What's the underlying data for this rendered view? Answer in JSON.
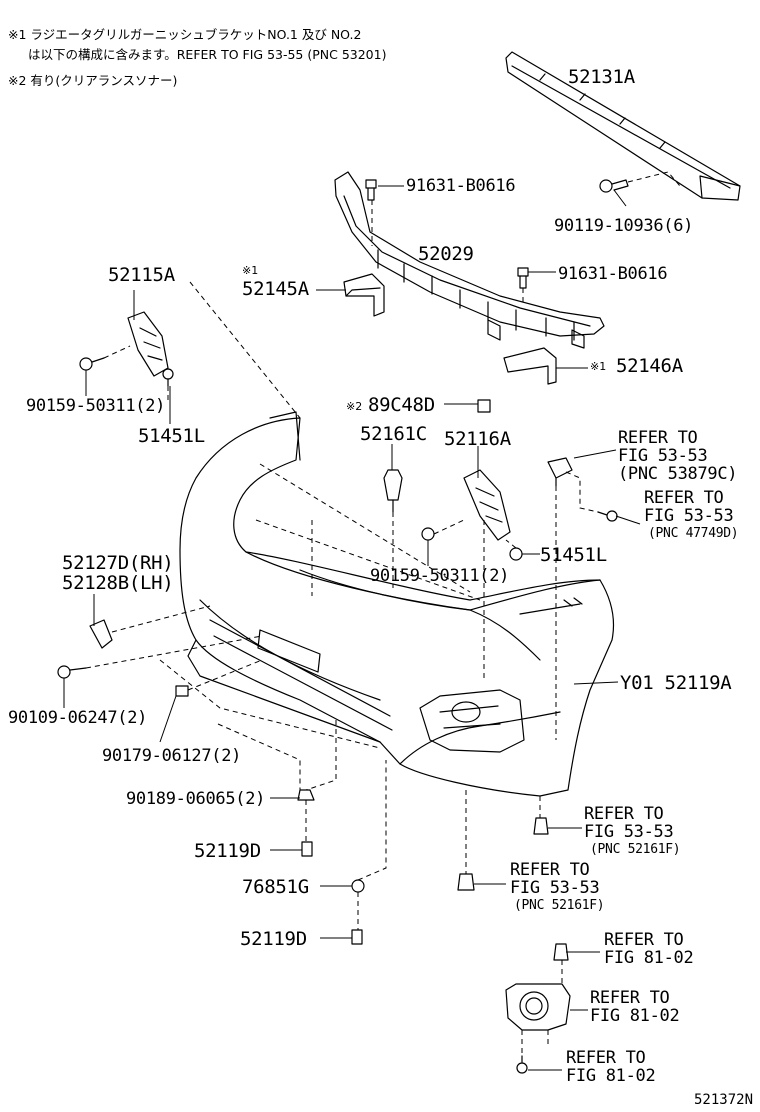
{
  "notes": {
    "note1_line1": "※1 ラジエータグリルガーニッシュブラケットNO.1 及び NO.2",
    "note1_line2": "は以下の構成に含みます。REFER TO FIG 53-55 (PNC 53201)",
    "note2": "※2 有り(クリアランスソナー)"
  },
  "marks": {
    "m1": "※1",
    "m2": "※2"
  },
  "labels": {
    "p52131A": "52131A",
    "p91631a": "91631-B0616",
    "p90119": "90119-10936(6)",
    "p52029": "52029",
    "p91631b": "91631-B0616",
    "p52145A": "52145A",
    "p52146A": "52146A",
    "p52115A": "52115A",
    "p90159a": "90159-50311(2)",
    "p51451L_a": "51451L",
    "p89C48D": "89C48D",
    "p52161C": "52161C",
    "p52116A": "52116A",
    "ref5353_879_1": "REFER TO",
    "ref5353_879_2": "FIG 53-53",
    "ref5353_879_3": "(PNC 53879C)",
    "ref5353_477_1": "REFER TO",
    "ref5353_477_2": "FIG 53-53",
    "ref5353_477_3": "(PNC 47749D)",
    "p51451L_b": "51451L",
    "p90159b": "90159-50311(2)",
    "p52127D": "52127D(RH)",
    "p52128B": "52128B(LH)",
    "p90109": "90109-06247(2)",
    "p90179": "90179-06127(2)",
    "pY01": "Y01 52119A",
    "p90189": "90189-06065(2)",
    "p52119D_a": "52119D",
    "p76851G": "76851G",
    "p52119D_b": "52119D",
    "ref161a_1": "REFER TO",
    "ref161a_2": "FIG 53-53",
    "ref161a_3": "(PNC 52161F)",
    "ref161b_1": "REFER TO",
    "ref161b_2": "FIG 53-53",
    "ref161b_3": "(PNC 52161F)",
    "ref8102a_1": "REFER TO",
    "ref8102a_2": "FIG 81-02",
    "ref8102b_1": "REFER TO",
    "ref8102b_2": "FIG 81-02",
    "ref8102c_1": "REFER TO",
    "ref8102c_2": "FIG 81-02"
  },
  "figure_code": "521372N"
}
